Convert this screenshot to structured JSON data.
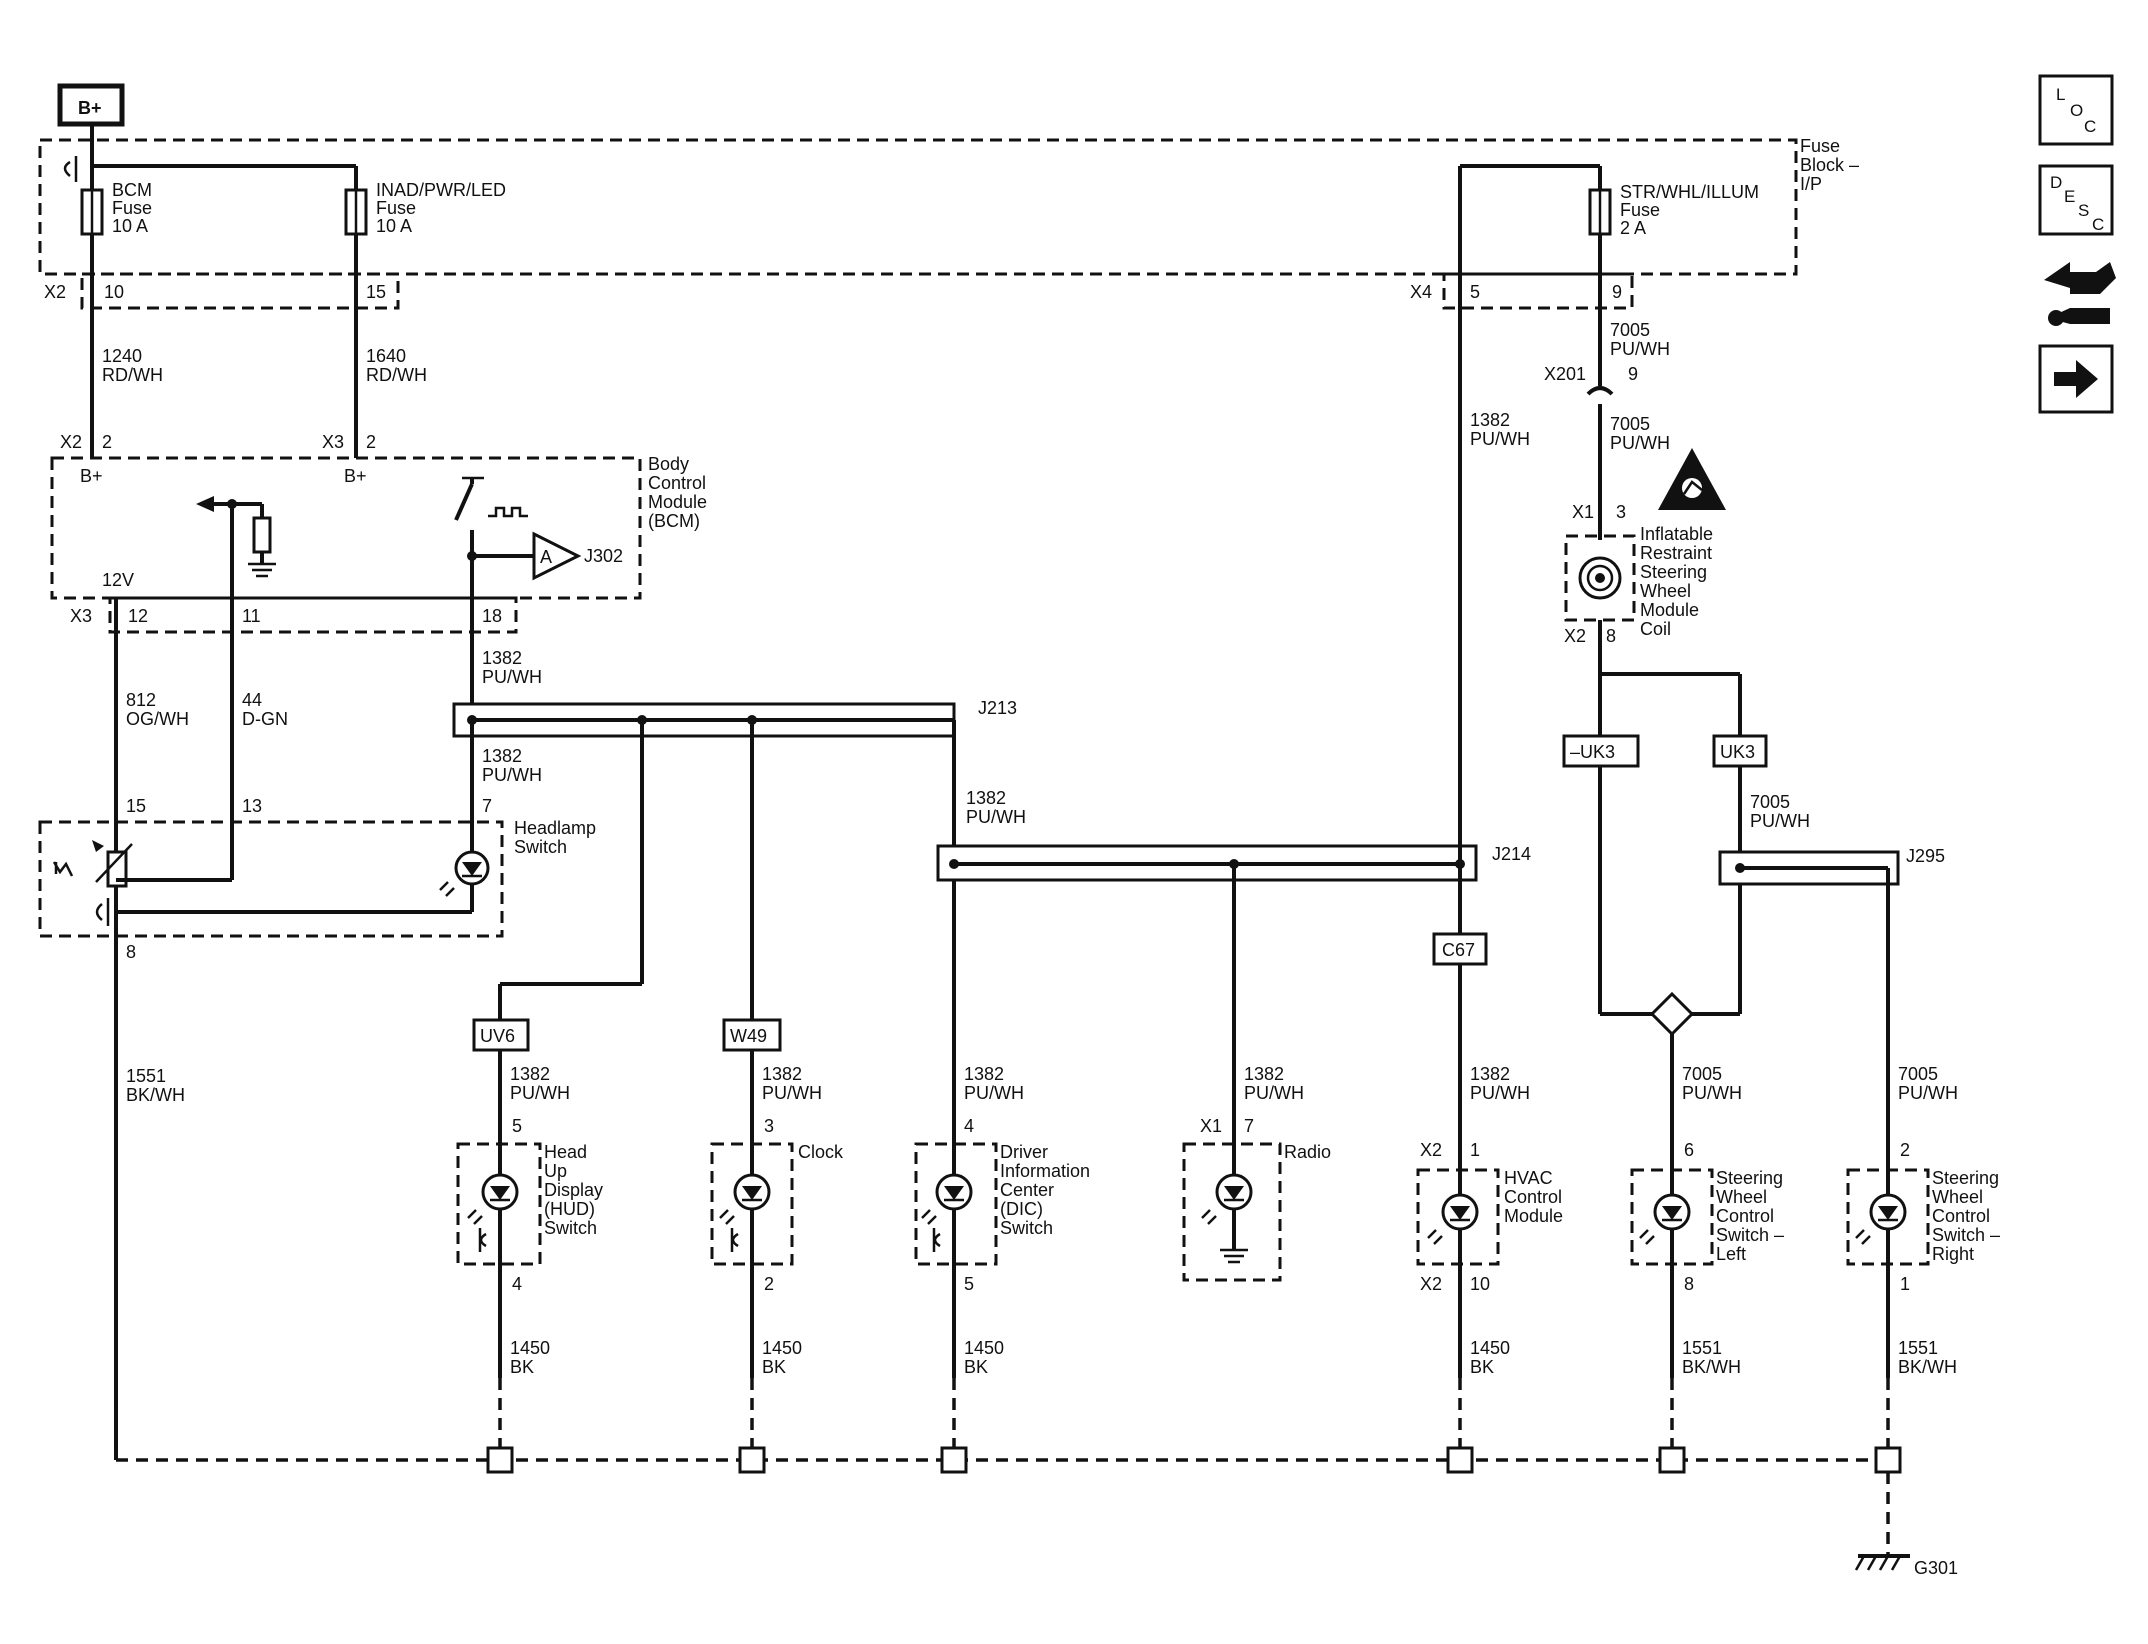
{
  "power_source": "B+",
  "fuse_block": {
    "label": [
      "Fuse",
      "Block –",
      "I/P"
    ]
  },
  "fuses": [
    {
      "lines": [
        "BCM",
        "Fuse",
        "10 A"
      ]
    },
    {
      "lines": [
        "INAD/PWR/LED",
        "Fuse",
        "10 A"
      ]
    },
    {
      "lines": [
        "STR/WHL/ILLUM",
        "Fuse",
        "2 A"
      ]
    }
  ],
  "connectors": {
    "fb_x2": "X2",
    "fb_x2_p10": "10",
    "fb_x2_p15": "15",
    "fb_x4": "X4",
    "fb_x4_p5": "5",
    "fb_x4_p9": "9",
    "bcm_x2": "X2",
    "bcm_x2_p2": "2",
    "bcm_x3_top": "X3",
    "bcm_x3_top_p2": "2",
    "bcm_x3_bot": "X3",
    "bcm_p12": "12",
    "bcm_p11": "11",
    "bcm_p18": "18",
    "x201": "X201",
    "x201_p": "9",
    "coil_x1": "X1",
    "coil_x1_p": "3",
    "coil_x2": "X2",
    "coil_x2_p": "8",
    "hs_p15": "15",
    "hs_p13": "13",
    "hs_p7": "7",
    "hs_p8": "8",
    "hud_p5": "5",
    "hud_p4": "4",
    "clock_p3": "3",
    "clock_p2": "2",
    "dic_p4": "4",
    "dic_p5": "5",
    "radio_x1": "X1",
    "radio_p7": "7",
    "hvac_x2_top": "X2",
    "hvac_p1": "1",
    "hvac_x2_bot": "X2",
    "hvac_p10": "10",
    "swl_p6": "6",
    "swl_p8": "8",
    "swr_p2": "2",
    "swr_p1": "1"
  },
  "wires": {
    "w1240": [
      "1240",
      "RD/WH"
    ],
    "w1640": [
      "1640",
      "RD/WH"
    ],
    "w7005_a": [
      "7005",
      "PU/WH"
    ],
    "w7005_b": [
      "7005",
      "PU/WH"
    ],
    "w1382_a": [
      "1382",
      "PU/WH"
    ],
    "w1382_hvac_top": [
      "1382",
      "PU/WH"
    ],
    "w812": [
      "812",
      "OG/WH"
    ],
    "w44": [
      "44",
      "D-GN"
    ],
    "w1382_b": [
      "1382",
      "PU/WH"
    ],
    "w1382_c": [
      "1382",
      "PU/WH"
    ],
    "w7005_c": [
      "7005",
      "PU/WH"
    ],
    "w1551_l": [
      "1551",
      "BK/WH"
    ],
    "w1382_hud": [
      "1382",
      "PU/WH"
    ],
    "w1382_clock": [
      "1382",
      "PU/WH"
    ],
    "w1382_dic": [
      "1382",
      "PU/WH"
    ],
    "w1382_radio": [
      "1382",
      "PU/WH"
    ],
    "w1382_hvac": [
      "1382",
      "PU/WH"
    ],
    "w7005_swl": [
      "7005",
      "PU/WH"
    ],
    "w7005_swr": [
      "7005",
      "PU/WH"
    ],
    "w1450_hud": [
      "1450",
      "BK"
    ],
    "w1450_clock": [
      "1450",
      "BK"
    ],
    "w1450_dic": [
      "1450",
      "BK"
    ],
    "w1450_hvac": [
      "1450",
      "BK"
    ],
    "w1551_swl": [
      "1551",
      "BK/WH"
    ],
    "w1551_swr": [
      "1551",
      "BK/WH"
    ]
  },
  "bcm": {
    "name": [
      "Body",
      "Control",
      "Module",
      "(BCM)"
    ],
    "b_plus_1": "B+",
    "b_plus_2": "B+",
    "v12": "12V",
    "amp": "A",
    "j302": "J302"
  },
  "splices": {
    "j213": "J213",
    "j214": "J214",
    "j295": "J295"
  },
  "options": {
    "uk3_neg": "–UK3",
    "uk3": "UK3",
    "c67": "C67",
    "uv6": "UV6",
    "w49": "W49"
  },
  "components": {
    "coil": [
      "Inflatable",
      "Restraint",
      "Steering",
      "Wheel",
      "Module",
      "Coil"
    ],
    "headlamp_switch": [
      "Headlamp",
      "Switch"
    ],
    "hud": [
      "Head",
      "Up",
      "Display",
      "(HUD)",
      "Switch"
    ],
    "clock": [
      "Clock"
    ],
    "dic": [
      "Driver",
      "Information",
      "Center",
      "(DIC)",
      "Switch"
    ],
    "radio": [
      "Radio"
    ],
    "hvac": [
      "HVAC",
      "Control",
      "Module"
    ],
    "swl": [
      "Steering",
      "Wheel",
      "Control",
      "Switch –",
      "Left"
    ],
    "swr": [
      "Steering",
      "Wheel",
      "Control",
      "Switch –",
      "Right"
    ]
  },
  "ground": "G301",
  "nav": {
    "loc": [
      "L",
      "O",
      "C"
    ],
    "desc": [
      "D",
      "E",
      "S",
      "C"
    ]
  }
}
